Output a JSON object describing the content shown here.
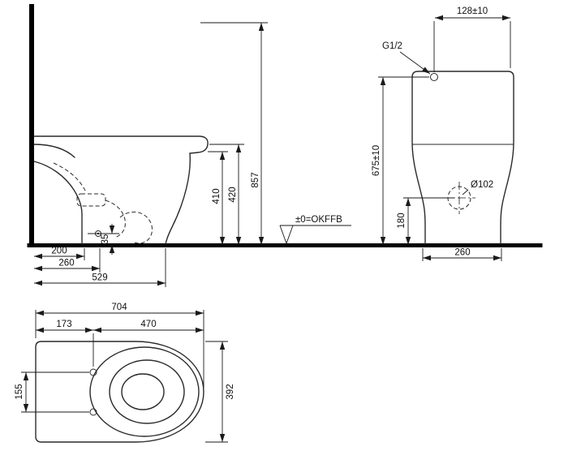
{
  "ink_color": "#1a1a1a",
  "side_view": {
    "height_total": "857",
    "height_seat": "420",
    "height_rim": "410",
    "setout_200": "200",
    "setout_260": "260",
    "depth": "529",
    "outlet_height": "35"
  },
  "rear_view": {
    "inlet_offset": "128±10",
    "inlet_thread": "G1/2",
    "inlet_height": "675±10",
    "outlet_diameter": "Ø102",
    "outlet_height": "180",
    "base_width": "260"
  },
  "floor_reference": {
    "label": "±0=OKFFB"
  },
  "plan_view": {
    "length": "704",
    "rear_section": "173",
    "seat_length": "470",
    "hinge_spacing": "155",
    "width": "392"
  }
}
